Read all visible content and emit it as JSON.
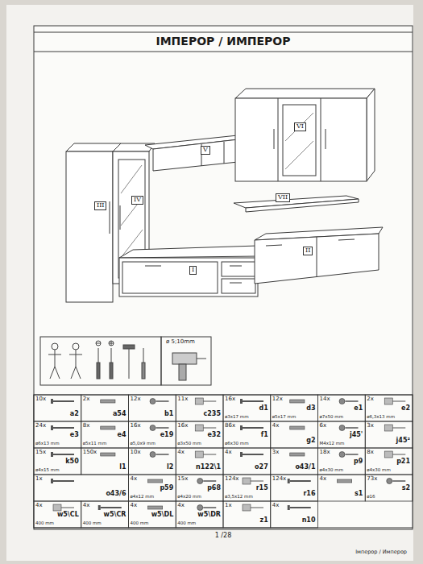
{
  "diagram": {
    "title": "ІМПЕРОР / ИМПЕРОР",
    "labels": [
      "III",
      "IV",
      "V",
      "VI",
      "I",
      "II",
      "VII",
      "ø 5;10mm",
      "10x",
      "a2",
      "2x",
      "a54",
      "12x",
      "b1",
      "11x",
      "c235",
      "16x",
      "ø3x17 mm",
      "d1",
      "12x",
      "ø5x17 mm",
      "d3",
      "14x",
      "ø7x50 mm",
      "e1",
      "2x",
      "ø6,3x13 mm",
      "e2",
      "24x",
      "ø6x13 mm",
      "e3",
      "8x",
      "ø5x11 mm",
      "e4",
      "16x",
      "ø5,0x9 mm",
      "e19",
      "16x",
      "ø3x50 mm",
      "e32",
      "86x",
      "ø6x30 mm",
      "f1",
      "4x",
      "g2",
      "6x",
      "M4x12 mm",
      "j45'",
      "3x",
      "j45²",
      "15x",
      "ø4x15 mm",
      "k50",
      "150x",
      "l1",
      "10x",
      "l2",
      "4x",
      "n122\\1",
      "4x",
      "o27",
      "3x",
      "o43/1",
      "18x",
      "ø4x30 mm",
      "p9",
      "8x",
      "ø4x30 mm",
      "p21",
      "1x",
      "o43/6",
      "4x",
      "ø4x12 mm",
      "p59",
      "15x",
      "ø4x20 mm",
      "p68",
      "124x",
      "ø3,5x12 mm",
      "r15",
      "124x",
      "r16",
      "4x",
      "s1",
      "73x",
      "ø16",
      "s2",
      "4x",
      "400 mm",
      "w5\\CL",
      "4x",
      "400 mm",
      "w5\\CR",
      "4x",
      "400 mm",
      "w5\\DL",
      "4x",
      "400 mm",
      "w5\\DR",
      "1x",
      "z1",
      "4x",
      "n10",
      "1 /28",
      "Імперор / Имперор"
    ]
  }
}
